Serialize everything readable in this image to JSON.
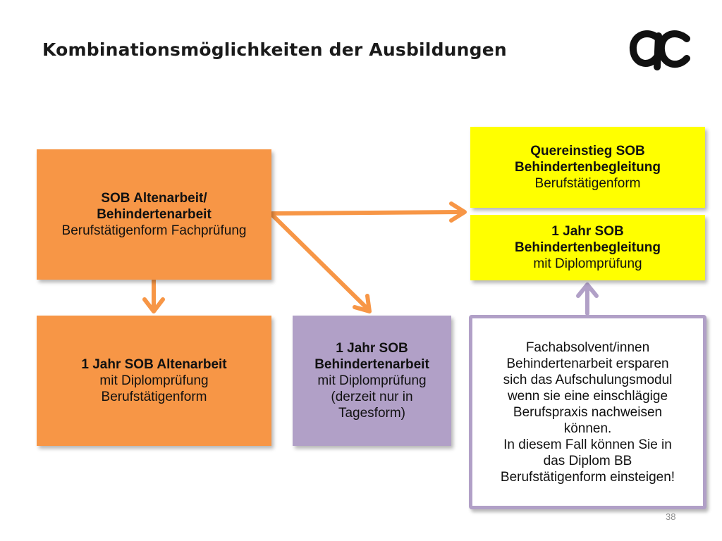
{
  "slide": {
    "title": "Kombinationsmöglichkeiten der Ausbildungen",
    "page_number": "38"
  },
  "logo": {
    "icon": "ac-logo"
  },
  "boxes": {
    "sob": {
      "line1": "SOB Altenarbeit/",
      "line2": "Behindertenarbeit",
      "line3": "Berufstätigenform Fachprüfung",
      "color": "#f79646"
    },
    "altenarbeit": {
      "line1": "1 Jahr SOB Altenarbeit",
      "line2": "mit Diplomprüfung",
      "line3": "Berufstätigenform",
      "color": "#f79646"
    },
    "behindertenarbeit": {
      "line1": "1 Jahr SOB",
      "line2": "Behindertenarbeit",
      "line3": "mit Diplomprüfung",
      "line4": "(derzeit nur in",
      "line5": "Tagesform)",
      "color": "#b1a0c7"
    },
    "quereinstieg": {
      "line1": "Quereinstieg SOB",
      "line2": "Behindertenbegleitung",
      "line3": "Berufstätigenform",
      "color": "#ffff00"
    },
    "behindertenbegleitung": {
      "line1": "1 Jahr SOB",
      "line2": "Behindertenbegleitung",
      "line3": "mit Diplomprüfung",
      "color": "#ffff00"
    }
  },
  "note": {
    "lines": [
      "Fachabsolvent/innen",
      "Behindertenarbeit ersparen",
      "sich das Aufschulungsmodul",
      "wenn sie eine einschlägige",
      "Berufspraxis nachweisen",
      "können.",
      "In diesem Fall können Sie in",
      "das Diplom BB",
      "Berufstätigenform einsteigen!"
    ],
    "border_color": "#b1a0c7"
  },
  "arrow_colors": {
    "orange": "#f79646",
    "purple": "#b1a0c7"
  }
}
